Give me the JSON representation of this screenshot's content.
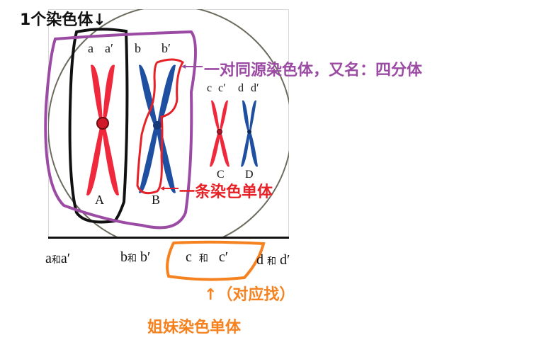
{
  "title": "1个染色体↓",
  "annotations": {
    "homologous_pair": "一对同源染色体，又名：四分体",
    "chromatid": "一条染色单体",
    "correspond": "↑（对应找）",
    "sister_chromatids": "姐妹染色单体"
  },
  "chromosome_labels": {
    "top": [
      "a",
      "a′",
      "b",
      "b′",
      "c",
      "c′",
      "d",
      "d′"
    ],
    "bottom": [
      "A",
      "B",
      "C",
      "D"
    ]
  },
  "pairs": [
    {
      "left": "a",
      "joiner": "和",
      "right": "a′"
    },
    {
      "left": "b",
      "joiner": "和",
      "right": "b′"
    },
    {
      "left": "c",
      "joiner": "和",
      "right": "c′"
    },
    {
      "left": "d",
      "joiner": "和",
      "right": "d′"
    }
  ],
  "colors": {
    "red_chromosome": "#f0283c",
    "blue_chromosome": "#1e4fa0",
    "purple_annotation": "#9b4ba3",
    "red_annotation": "#e52228",
    "orange_annotation": "#f5821f",
    "black_outline": "#111111"
  }
}
